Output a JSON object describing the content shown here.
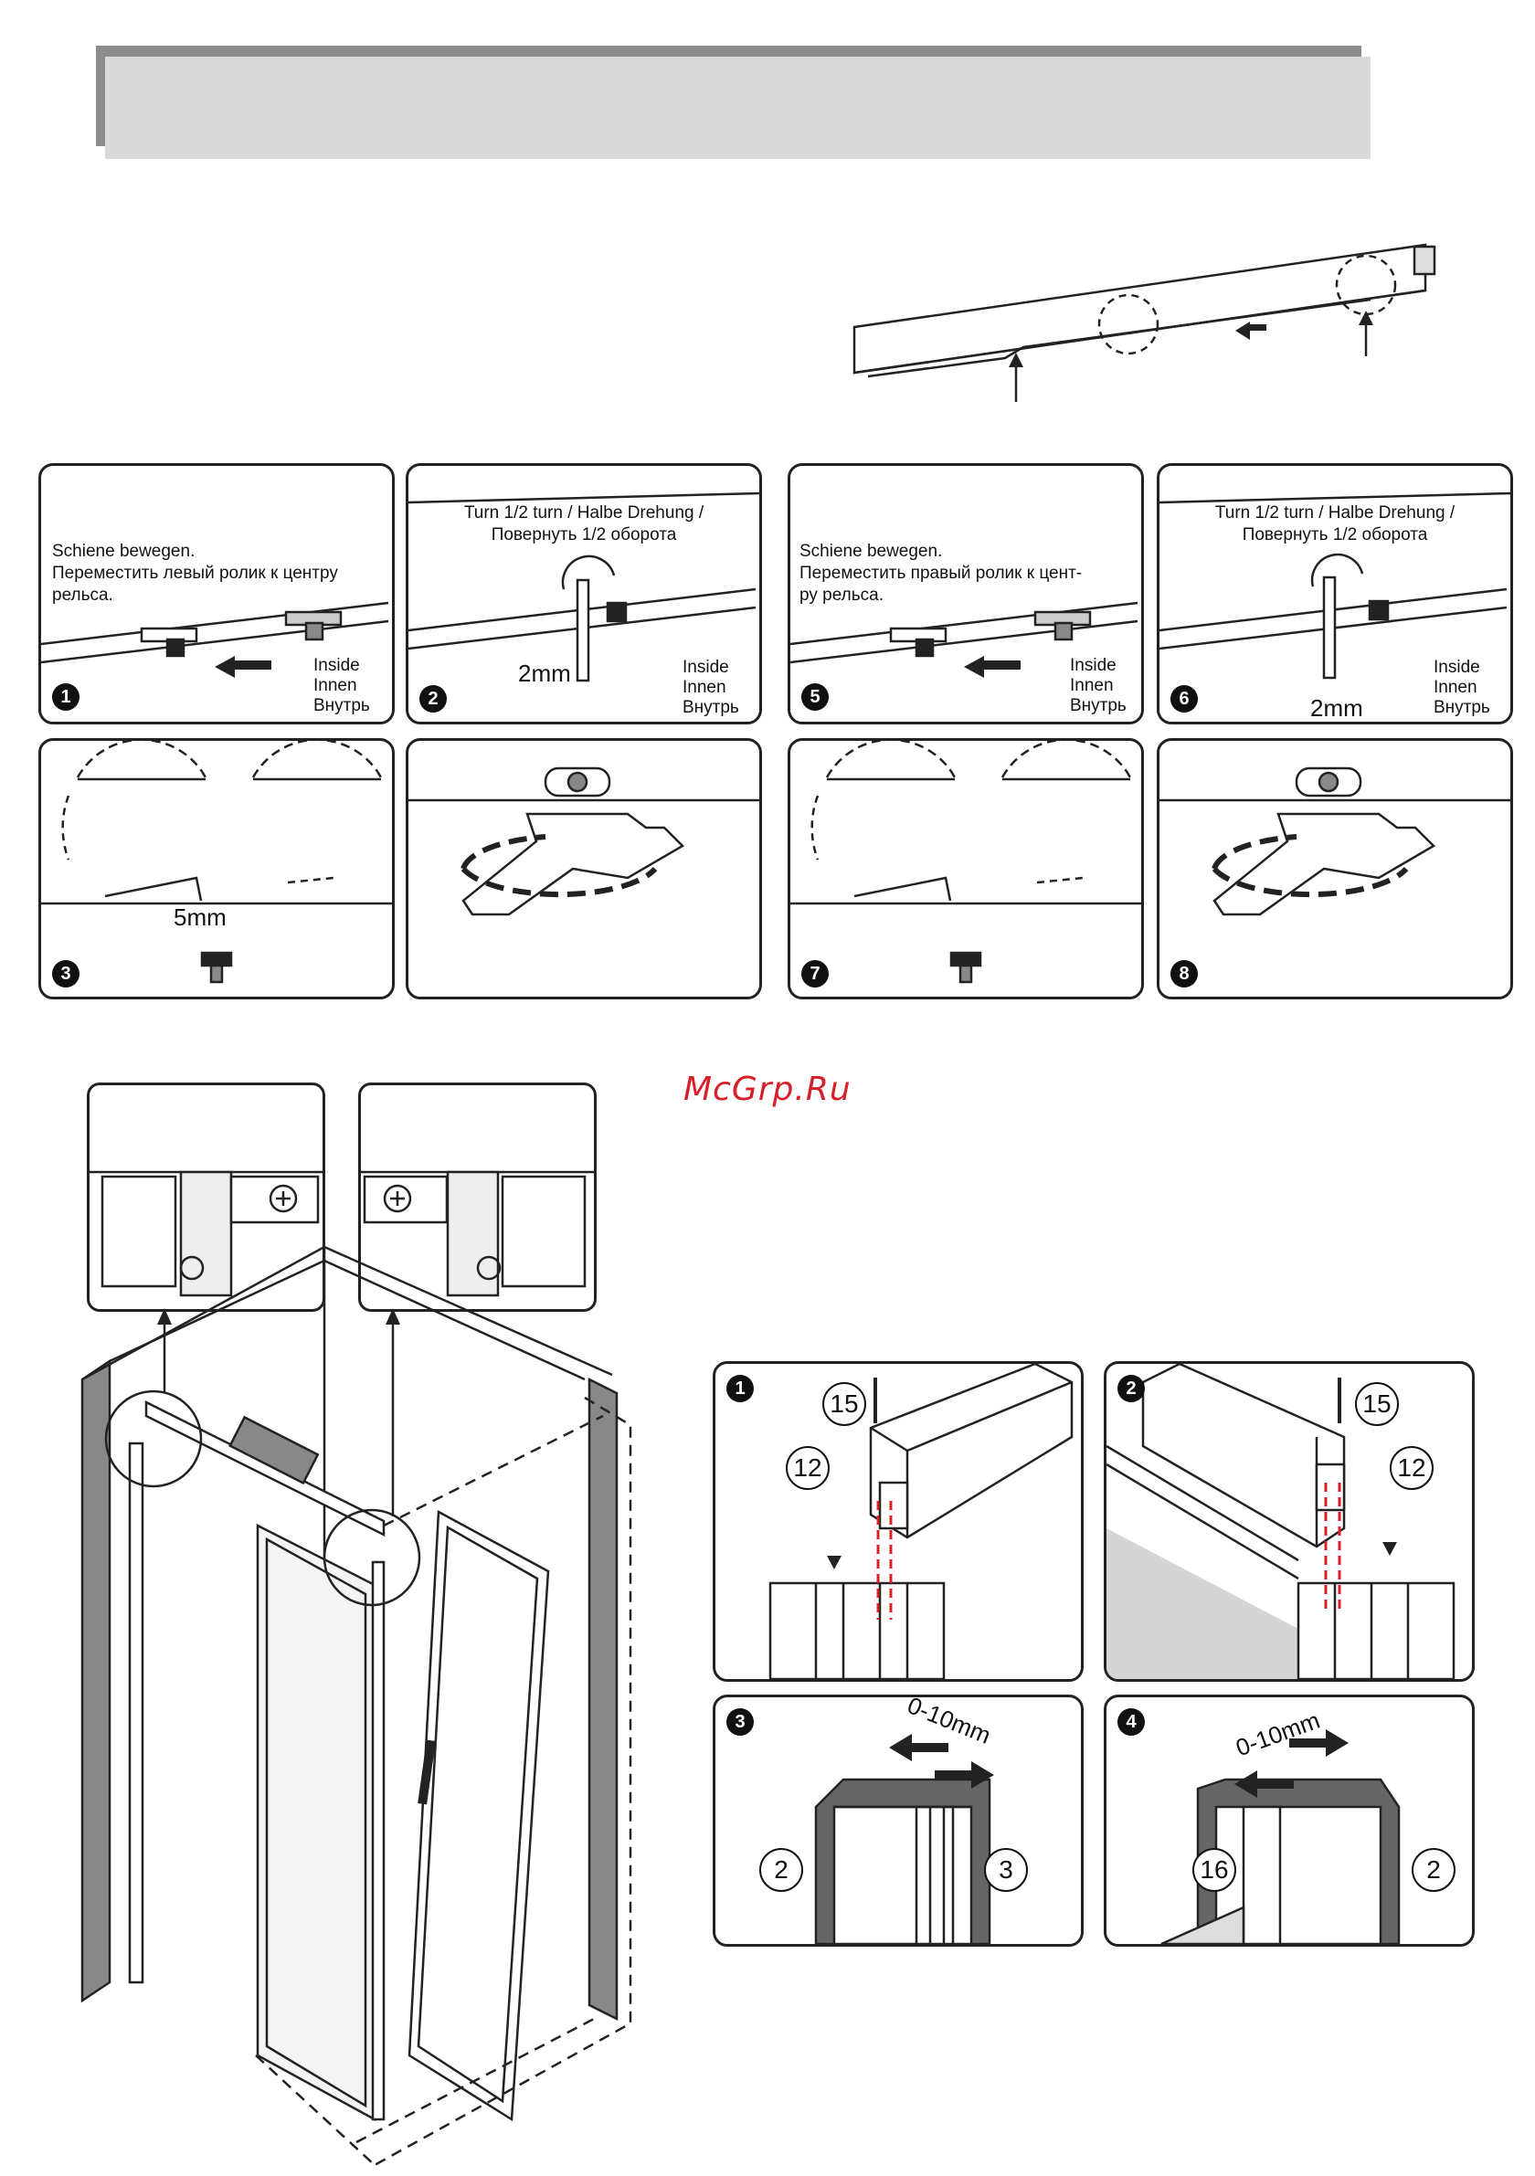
{
  "watermark": "McGrp.Ru",
  "steps_top": {
    "p1": {
      "badge": "1",
      "text": [
        "Schiene bewegen.",
        "Переместить левый ролик к центру",
        "рельса."
      ],
      "inside": [
        "Inside",
        "Innen",
        "Внутрь"
      ]
    },
    "p2": {
      "badge": "2",
      "text": [
        "Turn 1/2 turn / Halbe Drehung /",
        "Повернуть 1/2 оборота"
      ],
      "size": "2mm",
      "inside": [
        "Inside",
        "Innen",
        "Внутрь"
      ]
    },
    "p3": {
      "badge": "3",
      "size": "5mm"
    },
    "p5": {
      "badge": "5",
      "text": [
        "Schiene bewegen.",
        "Переместить правый ролик к цент-",
        "ру рельса."
      ],
      "inside": [
        "Inside",
        "Innen",
        "Внутрь"
      ]
    },
    "p6": {
      "badge": "6",
      "text": [
        "Turn 1/2 turn / Halbe Drehung /",
        "Повернуть 1/2 оборота"
      ],
      "size": "2mm",
      "inside": [
        "Inside",
        "Innen",
        "Внутрь"
      ]
    },
    "p7": {
      "badge": "7"
    },
    "p8": {
      "badge": "8"
    }
  },
  "steps_bottom": {
    "b1": {
      "badge": "1",
      "labels": [
        "15",
        "12"
      ]
    },
    "b2": {
      "badge": "2",
      "labels": [
        "15",
        "12"
      ]
    },
    "b3": {
      "badge": "3",
      "labels": [
        "2",
        "3"
      ],
      "range": "0-10mm"
    },
    "b4": {
      "badge": "4",
      "labels": [
        "16",
        "2"
      ],
      "range": "0-10mm"
    }
  },
  "icons": [
    "arrow-icon",
    "screw-icon",
    "hex-key-icon",
    "wrench-icon",
    "rotate-arrow-icon"
  ]
}
